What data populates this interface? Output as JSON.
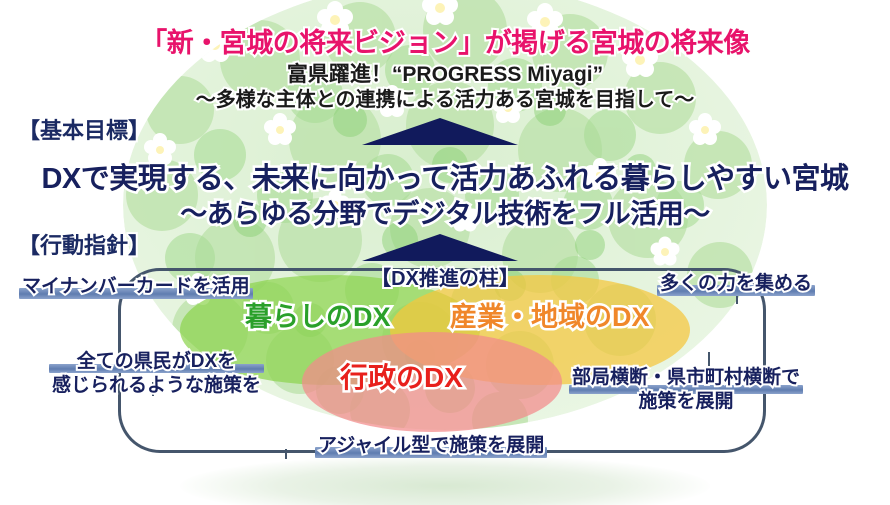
{
  "document": {
    "title": "「新・宮城の将来ビジョン」が掲げる宮城の将来像",
    "subtitle_1": "富県躍進！“PROGRESS Miyagi”",
    "subtitle_2": "〜多様な主体との連携による活力ある宮城を目指して〜"
  },
  "sections": {
    "basic_goal_label": "【基本目標】",
    "action_policy_label": "【行動指針】",
    "pillar_label": "【DX推進の柱】"
  },
  "headline": {
    "line_1": "DXで実現する、未来に向かって活力あふれる暮らしやすい宮城",
    "line_2": "〜あらゆる分野でデジタル技術をフル活用〜"
  },
  "venn": {
    "circles": [
      {
        "id": "kurashi",
        "label": "暮らしのDX",
        "color": "#2aa02a",
        "fill": "#8ed44f"
      },
      {
        "id": "sangyo",
        "label": "産業・地域のDX",
        "color": "#f0872a",
        "fill": "#f5c63c"
      },
      {
        "id": "gyosei",
        "label": "行政のDX",
        "color": "#e8201c",
        "fill": "#f28b8b"
      }
    ]
  },
  "callouts": {
    "mynumber": {
      "lines": [
        "マイナンバーカードを活用"
      ]
    },
    "chikara": {
      "lines": [
        "多くの力を集める"
      ]
    },
    "kenmin": {
      "lines": [
        "全ての県民がDXを",
        "感じられるような施策を"
      ]
    },
    "oudan": {
      "lines": [
        "部局横断・県市町村横断で",
        "施策を展開"
      ]
    },
    "agile": {
      "lines": [
        "アジャイル型で施策を展開"
      ]
    }
  },
  "colors": {
    "title_pink": "#e8136b",
    "navy": "#17205e",
    "frame_slate": "#45566c",
    "band_blue": "#5f7cb0"
  }
}
